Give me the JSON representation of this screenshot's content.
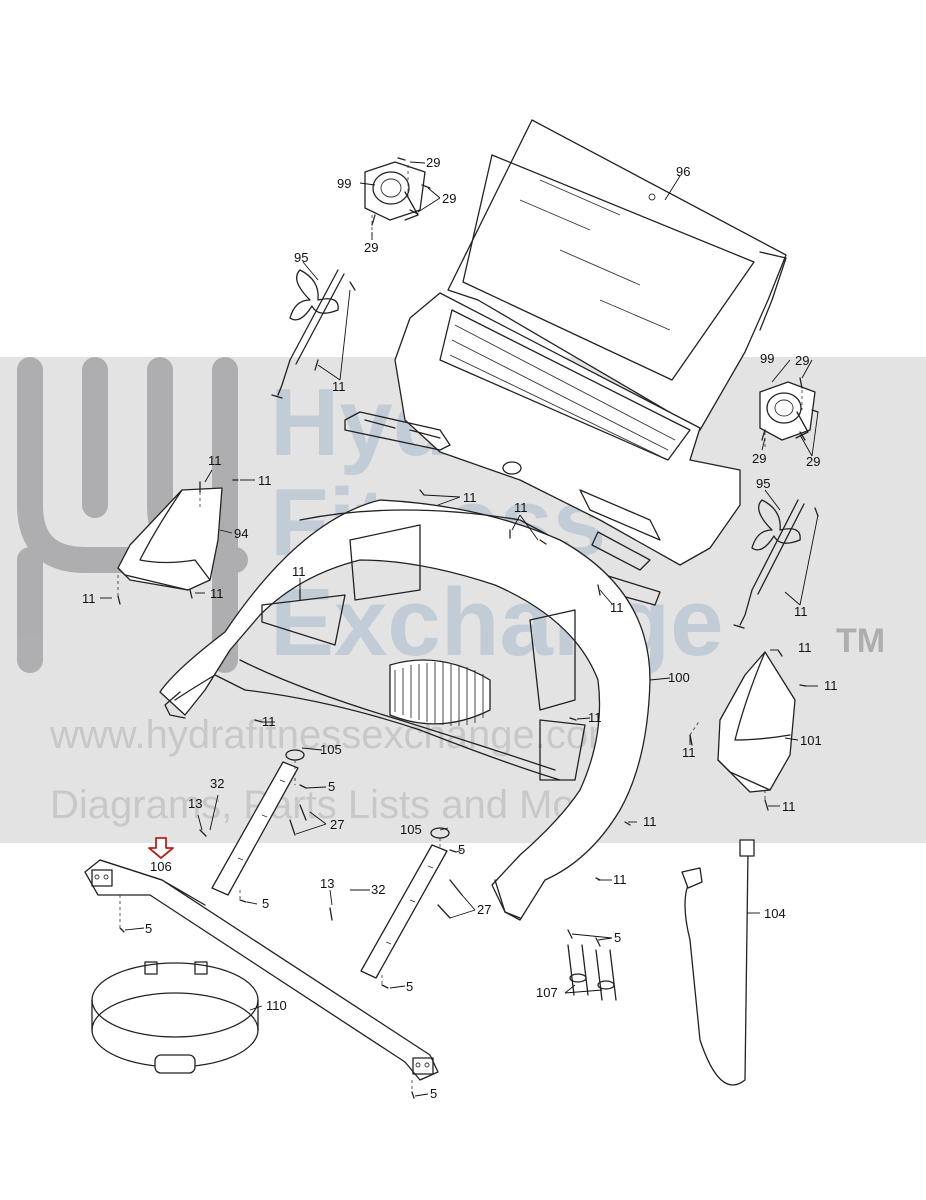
{
  "watermark": {
    "brand_line1": "Hydra",
    "brand_line2": "Fitness",
    "brand_line3": "Exchange",
    "trademark": "TM",
    "url": "www.hydrafitnessexchange.com",
    "tagline": "Diagrams, Parts Lists and More",
    "band_color": "#d9d9d9",
    "logo_color": "#a9a9ac",
    "text_color": "#b5c3d2"
  },
  "highlight": {
    "part": "106",
    "arrow_color": "#b22222"
  },
  "labels": {
    "l96": "96",
    "l99a": "99",
    "l29a": "29",
    "l29b": "29",
    "l29c": "29",
    "l95a": "95",
    "l11a": "11",
    "l99b": "99",
    "l29d": "29",
    "l29e": "29",
    "l29f": "29",
    "l11b": "11",
    "l11c": "11",
    "l94": "94",
    "l11d": "11",
    "l11e": "11",
    "l11f": "11",
    "l11g": "11",
    "l11h": "11",
    "l11i": "11",
    "l95b": "95",
    "l11j": "11",
    "l11k": "11",
    "l11l": "11",
    "l100": "100",
    "l101": "101",
    "l11m": "11",
    "l11n": "11",
    "l11o": "11",
    "l11p": "11",
    "l11q": "11",
    "l11r": "11",
    "l105a": "105",
    "l32a": "32",
    "l13a": "13",
    "l5a": "5",
    "l27a": "27",
    "l105b": "105",
    "l5b": "5",
    "l106": "106",
    "l5c": "5",
    "l13b": "13",
    "l32b": "32",
    "l27b": "27",
    "l5d": "5",
    "l5e": "5",
    "l5f": "5",
    "l5g": "5",
    "l110": "110",
    "l104": "104",
    "l107": "107"
  }
}
